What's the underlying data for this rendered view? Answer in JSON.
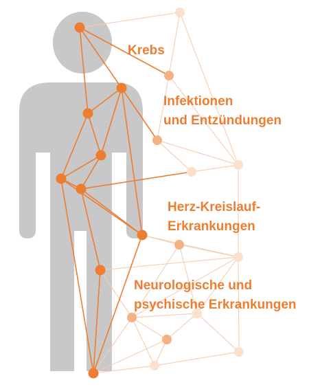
{
  "labels": {
    "krebs": [
      "Krebs"
    ],
    "infektionen": [
      "Infektionen",
      "und Entzündungen"
    ],
    "herz": [
      "Herz-Kreislauf-",
      "Erkrankungen"
    ],
    "neuro": [
      "Neurologische und",
      "psychische Erkrankungen"
    ]
  },
  "colors": {
    "silhouette": "#C9C8C9",
    "accent": "#ED7D31",
    "node_dark": "#ED7D31",
    "node_mid": "#F4B183",
    "node_light": "#FBE0CC",
    "line_dark": "#ED7D31",
    "line_light": "#F8CBAD"
  }
}
